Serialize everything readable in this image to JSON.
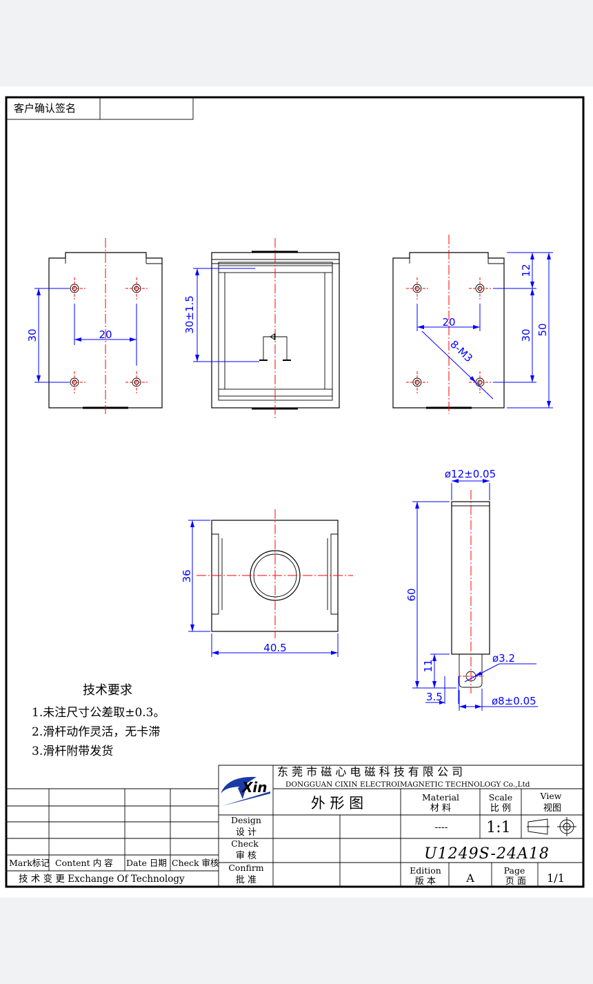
{
  "customer_confirm_label": "客户确认签名",
  "dimensions": {
    "side_left_height": "30",
    "side_left_width": "20",
    "front_height": "30±1.5",
    "side_right_top": "12",
    "side_right_width": "20",
    "side_right_height": "30",
    "side_right_total": "50",
    "side_right_thread": "8-M3",
    "bottom_height": "36",
    "bottom_width": "40.5",
    "plunger_dia": "ø12±0.05",
    "plunger_len": "60",
    "plunger_tip_len": "11",
    "plunger_hole": "ø3.2",
    "plunger_offset": "3.5",
    "plunger_tip_dia": "ø8±0.05"
  },
  "notes": {
    "title": "技术要求",
    "items": [
      "1.未注尺寸公差取±0.3。",
      "2.滑杆动作灵活，无卡滞",
      "3.滑杆附带发货"
    ]
  },
  "title_block": {
    "company_cn": "东 莞 市 磁 心 电 磁 科 技 有 限 公 司",
    "company_en": "DONGGUAN    CIXIN  ELECTROIMAGNETIC   TECHNOLOGY   Co.,Ltd",
    "logo_text": "Xin",
    "drawing_name": "外 形 图",
    "material_en": "Material",
    "material_cn": "材 料",
    "scale_en": "Scale",
    "scale_cn": "比 例",
    "view_en": "View",
    "view_cn": "视图",
    "design_en": "Design",
    "design_cn": "设 计",
    "check_en": "Check",
    "check_cn": "审 核",
    "confirm_en": "Confirm",
    "confirm_cn": "批 准",
    "material_value": "----",
    "scale_value": "1:1",
    "part_number": "U1249S-24A18",
    "edition_en": "Edition",
    "edition_cn": "版 本",
    "edition_value": "A",
    "page_en": "Page",
    "page_cn": "页 面",
    "page_value": "1/1",
    "rev_mark": "Mark标记",
    "rev_content": "Content 内 容",
    "rev_date": "Date 日期",
    "rev_check": "Check 审核",
    "rev_title": "技 术 变 更  Exchange Of Technology"
  }
}
